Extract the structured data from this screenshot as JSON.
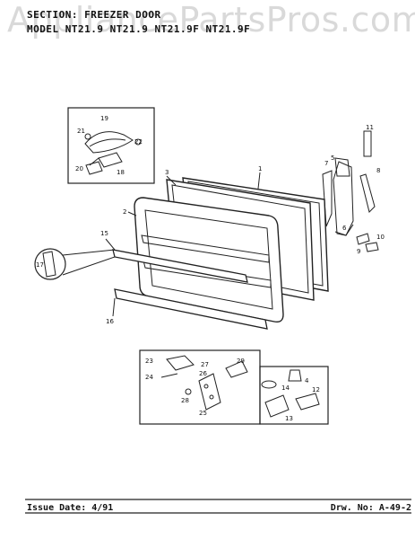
{
  "watermark": "AppliancePartsPros.com",
  "header": {
    "section_label": "SECTION:",
    "section_value": "FREEZER DOOR",
    "model_label": "MODEL",
    "model_values": "NT21.9  NT21.9    NT21.9F  NT21.9F"
  },
  "parts": [
    "1",
    "2",
    "3",
    "4",
    "5",
    "6",
    "7",
    "8",
    "9",
    "10",
    "11",
    "12",
    "13",
    "14",
    "15",
    "16",
    "17",
    "18",
    "19",
    "20",
    "21",
    "22",
    "23",
    "24",
    "25",
    "26",
    "27",
    "28",
    "29"
  ],
  "footer": {
    "issue_date": "Issue Date: 4/91",
    "drawing_no": "Drw. No: A-49-2"
  }
}
